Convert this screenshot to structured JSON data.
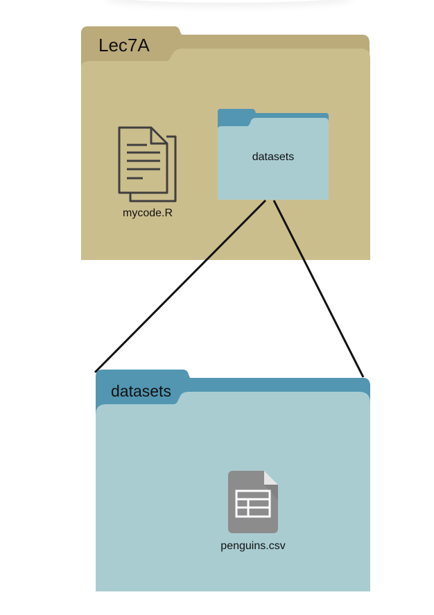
{
  "diagram": {
    "parent_folder": {
      "name": "Lec7A",
      "color_tab": "#BBAA7A",
      "color_body": "#CBBE8D",
      "files": [
        {
          "name": "mycode.R",
          "icon": "document-icon"
        }
      ],
      "subfolders": [
        {
          "name": "datasets",
          "icon": "folder-icon"
        }
      ]
    },
    "expanded_folder": {
      "name": "datasets",
      "color_tab": "#5296B1",
      "color_body": "#A9CCD1",
      "files": [
        {
          "name": "penguins.csv",
          "icon": "spreadsheet-icon"
        }
      ]
    }
  }
}
